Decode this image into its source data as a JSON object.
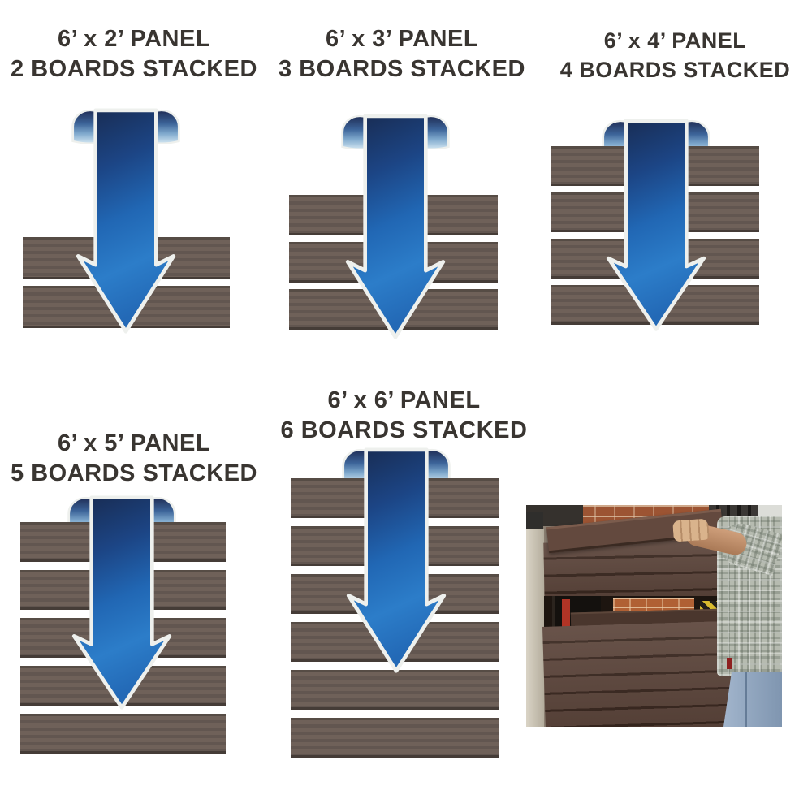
{
  "panels": [
    {
      "title_line1": "6’ x 2’ PANEL",
      "title_line2": "2 BOARDS STACKED",
      "boards": 2
    },
    {
      "title_line1": "6’ x 3’ PANEL",
      "title_line2": "3 BOARDS STACKED",
      "boards": 3
    },
    {
      "title_line1": "6’ x 4’ PANEL",
      "title_line2": "4 BOARDS STACKED",
      "boards": 4
    },
    {
      "title_line1": "6’ x 5’ PANEL",
      "title_line2": "5 BOARDS STACKED",
      "boards": 5
    },
    {
      "title_line1": "6’ x 6’ PANEL",
      "title_line2": "6 BOARDS STACKED",
      "boards": 6
    }
  ],
  "photo": {
    "description": "Man in plaid shirt and jeans sliding a brown composite fence board down into a slotted concrete fence post, with brick wall behind"
  },
  "colors": {
    "label_text": "#393531",
    "board_brown": "#6b5d55",
    "arrow_blue_bright": "#2c7dc9",
    "arrow_navy": "#182a4f",
    "arrow_outline": "#eef0ed",
    "photo_fence_brown": "#5d463c"
  }
}
